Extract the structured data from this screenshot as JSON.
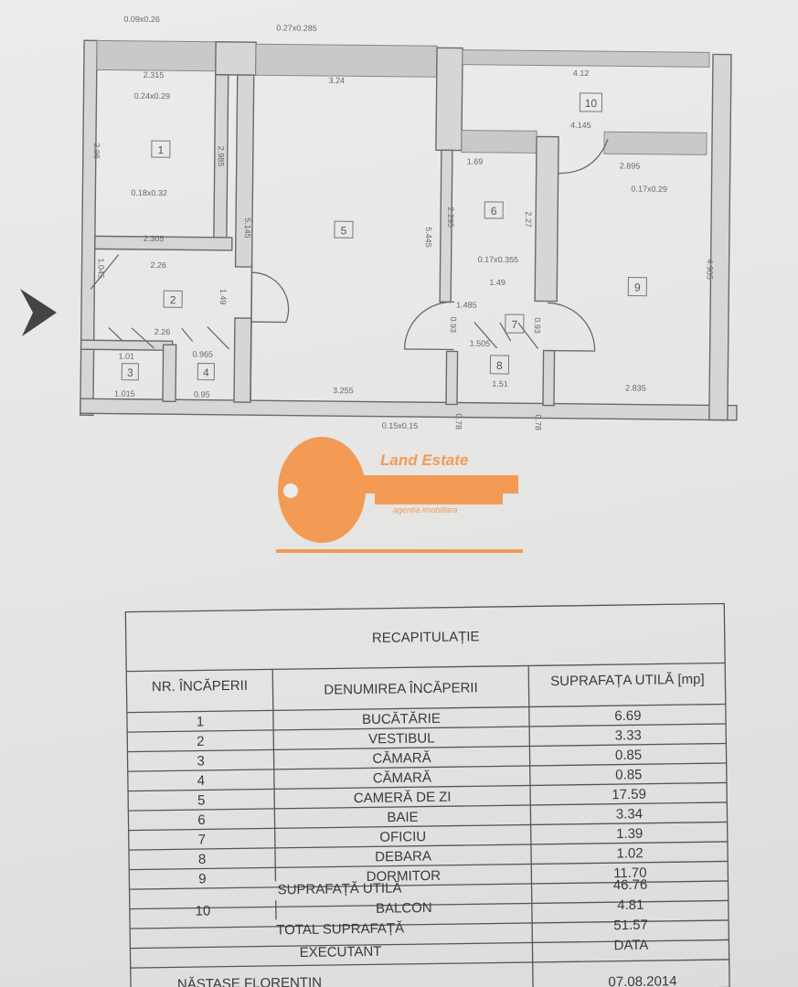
{
  "plan": {
    "rooms": [
      "1",
      "2",
      "3",
      "4",
      "5",
      "6",
      "7",
      "8",
      "9",
      "10"
    ],
    "dims": [
      "0.09x0.26",
      "0.27x0.285",
      "2.315",
      "0.24x0.29",
      "3.24",
      "2.96",
      "2.985",
      "0.18x0.32",
      "2.305",
      "2.26",
      "1.045",
      "1.49",
      "2.26",
      "1.01",
      "0.965",
      "1.015",
      "0.95",
      "3.255",
      "0.15x0.15",
      "5.145",
      "5.445",
      "4.12",
      "4.145",
      "1.69",
      "2.895",
      "0.17x0.29",
      "2.295",
      "2.27",
      "0.17x0.355",
      "1.49",
      "1.485",
      "4.905",
      "2.835",
      "1.505",
      "1.51",
      "0.93",
      "0.93",
      "0.78",
      "0.78"
    ]
  },
  "logo": {
    "name": "Land Estate",
    "tagline": "agentia imobiliara",
    "color": "#f39a55"
  },
  "table": {
    "title": "RECAPITULAȚIE",
    "headers": [
      "NR. ÎNCĂPERII",
      "DENUMIREA ÎNCĂPERII",
      "SUPRAFAȚA UTILĂ [mp]"
    ],
    "rows": [
      {
        "nr": "1",
        "name": "BUCĂTĂRIE",
        "area": "6.69"
      },
      {
        "nr": "2",
        "name": "VESTIBUL",
        "area": "3.33"
      },
      {
        "nr": "3",
        "name": "CĂMARĂ",
        "area": "0.85"
      },
      {
        "nr": "4",
        "name": "CĂMARĂ",
        "area": "0.85"
      },
      {
        "nr": "5",
        "name": "CAMERĂ DE ZI",
        "area": "17.59"
      },
      {
        "nr": "6",
        "name": "BAIE",
        "area": "3.34"
      },
      {
        "nr": "7",
        "name": "OFICIU",
        "area": "1.39"
      },
      {
        "nr": "8",
        "name": "DEBARA",
        "area": "1.02"
      },
      {
        "nr": "9",
        "name": "DORMITOR",
        "area": "11.70"
      }
    ],
    "useful_label": "SUPRAFAȚĂ UTILĂ",
    "useful_value": "46.76",
    "balcony": {
      "nr": "10",
      "name": "BALCON",
      "area": "4.81"
    },
    "total_label": "TOTAL SUPRAFAȚĂ",
    "total_value": "51.57",
    "executant_label": "EXECUTANT",
    "date_label": "DATA",
    "executant": "NĂSTASE FLORENTIN",
    "date": "07.08.2014"
  }
}
